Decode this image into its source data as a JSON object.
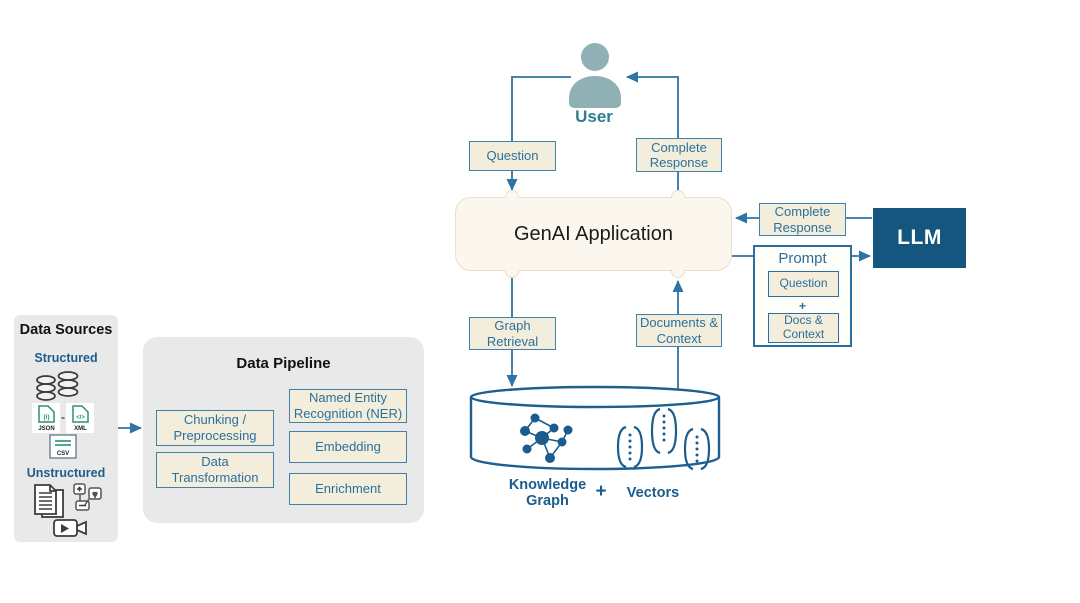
{
  "colors": {
    "line_blue": "#2e74a6",
    "box_fill": "#f3eedb",
    "box_border": "#4080ab",
    "box_text": "#2c6f9e",
    "dark_blue": "#1b5c8d",
    "llm_fill": "#15567e",
    "genai_fill": "#fbf7ef",
    "genai_border": "#eadfc9",
    "user_icon": "#8fb1b6",
    "user_text": "#2d7f8e",
    "panel_gray": "#e9e9e9",
    "icon_green": "#2a9368",
    "icon_gray": "#3d3d3d"
  },
  "flow": {
    "user_label": "User",
    "question": "Question",
    "complete_response_top": "Complete\nResponse",
    "genai_app": "GenAI Application",
    "complete_response_right": "Complete\nResponse",
    "llm": "LLM",
    "prompt": {
      "title": "Prompt",
      "question": "Question",
      "plus": "+",
      "docs_context": "Docs &\nContext"
    },
    "graph_retrieval": "Graph\nRetrieval",
    "documents_context": "Documents &\nContext"
  },
  "datastore": {
    "knowledge_graph": "Knowledge\nGraph",
    "plus": "+",
    "vectors": "Vectors"
  },
  "data_sources": {
    "title": "Data Sources",
    "structured": "Structured",
    "unstructured": "Unstructured",
    "file_labels": {
      "json": "JSON",
      "xml": "XML",
      "csv": "CSV"
    }
  },
  "data_pipeline": {
    "title": "Data Pipeline",
    "steps": [
      "Chunking /\nPreprocessing",
      "Data\nTransformation",
      "Named Entity\nRecognition (NER)",
      "Embedding",
      "Enrichment"
    ]
  }
}
